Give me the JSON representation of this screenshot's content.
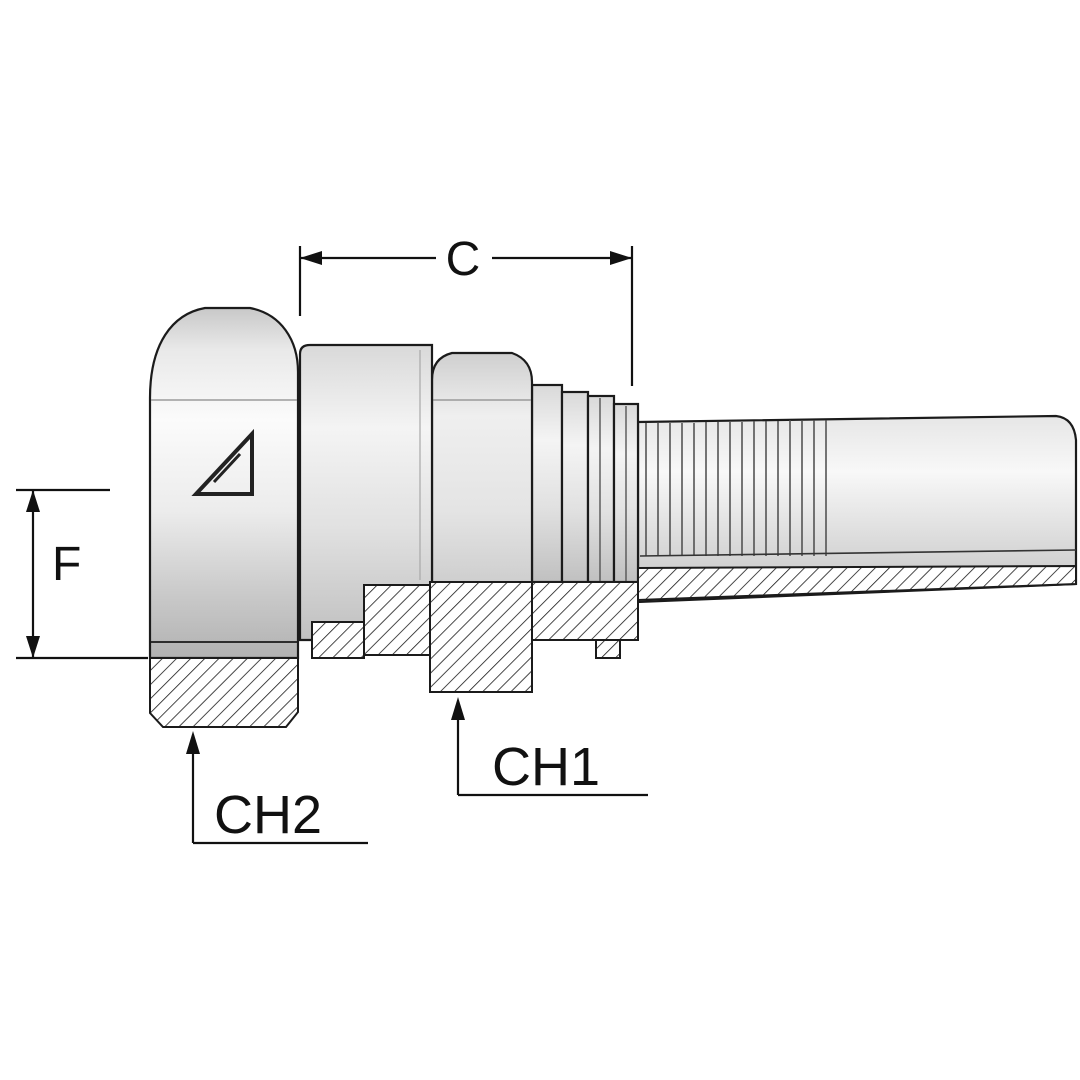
{
  "drawing": {
    "labels": {
      "c": "C",
      "f": "F",
      "ch1": "CH1",
      "ch2": "CH2"
    },
    "colors": {
      "background": "#ffffff",
      "line": "#1a1a1a",
      "metal_light": "#fafafa",
      "metal_mid": "#e0e0e0",
      "metal_dark": "#b5b5b5",
      "hatch_line": "#1a1a1a"
    },
    "icons": {
      "brand_logo": "stylized-A-triangle-mark"
    }
  }
}
